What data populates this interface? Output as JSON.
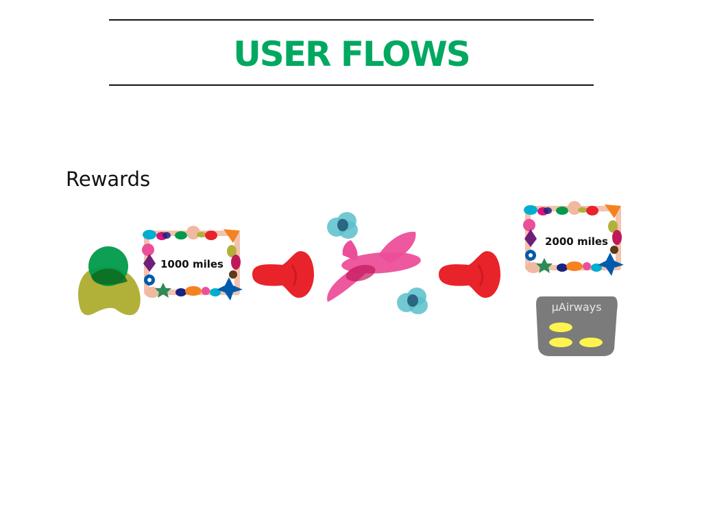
{
  "header": {
    "title": "USER FLOWS",
    "title_color": "#00a860"
  },
  "section": {
    "title": "Rewards"
  },
  "flow": {
    "start_miles": "1000 miles",
    "end_miles": "2000 miles",
    "card_brand": "µAirways"
  },
  "colors": {
    "user_head": "#009a4a",
    "user_body": "#b1b13a",
    "arrow": "#e8232a",
    "plane": "#ec4f99",
    "cloud": "#5bbfcb",
    "card": "#7b7b7b",
    "card_chip": "#fff44f"
  },
  "icons": [
    "user-icon",
    "miles-frame-icon",
    "arrow-right-icon",
    "airplane-icon",
    "cloud-icon",
    "loyalty-card-icon"
  ]
}
